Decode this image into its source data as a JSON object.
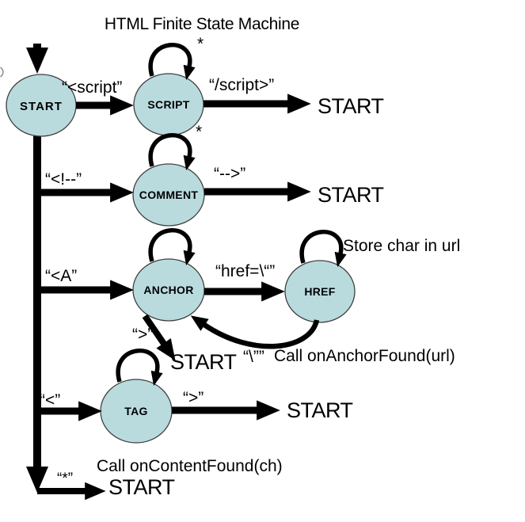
{
  "title": "HTML Finite State Machine",
  "colors": {
    "state_fill": "#b9dbde",
    "state_stroke": "#3f3f3f",
    "arrow": "#000000",
    "background": "#ffffff"
  },
  "states": {
    "start": {
      "label": "START"
    },
    "script": {
      "label": "SCRIPT"
    },
    "comment": {
      "label": "COMMENT"
    },
    "anchor": {
      "label": "ANCHOR"
    },
    "href": {
      "label": "HREF"
    },
    "tag": {
      "label": "TAG"
    }
  },
  "transitions": {
    "start_to_script": {
      "label": "“<script”"
    },
    "script_self": {
      "label": "*"
    },
    "script_to_start": {
      "label": "“/script>”",
      "target": "START"
    },
    "start_to_comment": {
      "label": "“<!--”"
    },
    "comment_self": {
      "label": "*"
    },
    "comment_to_start": {
      "label": "“-->”",
      "target": "START"
    },
    "start_to_anchor": {
      "label": "“<A”"
    },
    "anchor_to_href": {
      "label": "“href=\\“”"
    },
    "href_self": {
      "label": "Store char in url"
    },
    "href_to_anchor": {
      "label": "“\\””",
      "note": "Call onAnchorFound(url)"
    },
    "anchor_to_start": {
      "label": "“>”",
      "target": "START"
    },
    "start_to_tag": {
      "label": "“<”"
    },
    "tag_to_start": {
      "label": "“>”",
      "target": "START"
    },
    "start_any_char": {
      "label": "“*”",
      "note": "Call onContentFound(ch)",
      "target": "START"
    }
  }
}
